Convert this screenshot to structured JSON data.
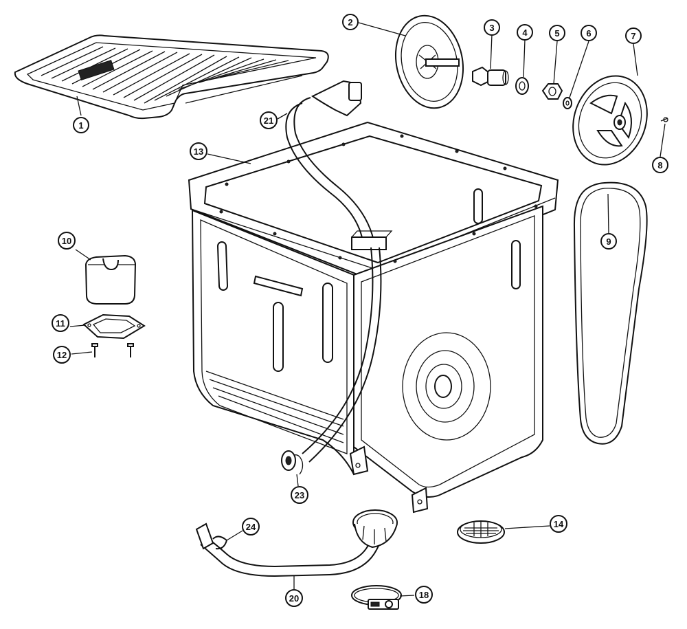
{
  "callouts": [
    {
      "id": "1",
      "label": "1"
    },
    {
      "id": "2",
      "label": "2"
    },
    {
      "id": "3",
      "label": "3"
    },
    {
      "id": "4",
      "label": "4"
    },
    {
      "id": "5",
      "label": "5"
    },
    {
      "id": "6",
      "label": "6"
    },
    {
      "id": "7",
      "label": "7"
    },
    {
      "id": "8",
      "label": "8"
    },
    {
      "id": "9",
      "label": "9"
    },
    {
      "id": "10",
      "label": "10"
    },
    {
      "id": "11",
      "label": "11"
    },
    {
      "id": "12",
      "label": "12"
    },
    {
      "id": "13",
      "label": "13"
    },
    {
      "id": "14",
      "label": "14"
    },
    {
      "id": "18",
      "label": "18"
    },
    {
      "id": "20",
      "label": "20"
    },
    {
      "id": "21",
      "label": "21"
    },
    {
      "id": "23",
      "label": "23"
    },
    {
      "id": "24",
      "label": "24"
    }
  ],
  "colors": {
    "line": "#111111",
    "background": "#ffffff"
  }
}
